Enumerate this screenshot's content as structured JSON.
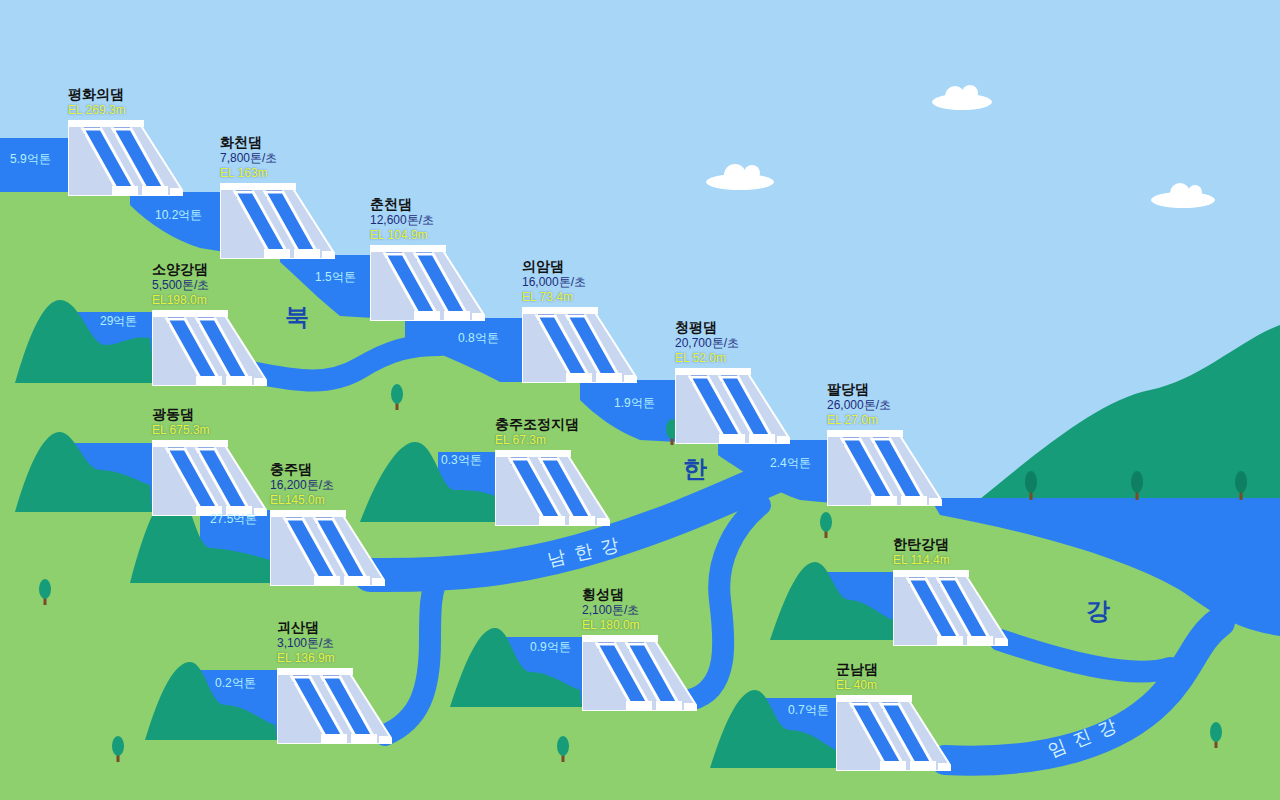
{
  "diagram": {
    "nodes": [
      {
        "text": [
          "평화의댐",
          "EL 269.3m"
        ]
      },
      {
        "text": [
          "화천댐",
          "7,800톤/초",
          "EL 163m"
        ]
      },
      {
        "text": [
          "춘천댐",
          "12,600톤/초",
          "EL 104.9m"
        ]
      },
      {
        "text": [
          "소양강댐",
          "5,500톤/초",
          "EL198.0m"
        ]
      },
      {
        "text": [
          "의암댐",
          "16,000톤/초",
          "EL 73.4m"
        ]
      },
      {
        "text": [
          "청평댐",
          "20,700톤/초",
          "EL 52.0m"
        ]
      },
      {
        "text": [
          "팔당댐",
          "26,000톤/초",
          "EL 27.0m"
        ]
      },
      {
        "text": [
          "광동댐",
          "EL 675.3m"
        ]
      },
      {
        "text": [
          "충주조정지댐",
          "EL 67.3m"
        ]
      },
      {
        "text": [
          "충주댐",
          "16,200톤/초",
          "EL145.0m"
        ]
      },
      {
        "text": [
          "한탄강댐",
          "EL 114.4m"
        ]
      },
      {
        "text": [
          "횡성댐",
          "2,100톤/초",
          "EL 180.0m"
        ]
      },
      {
        "text": [
          "괴산댐",
          "3,100톤/초",
          "EL 136.9m"
        ]
      },
      {
        "text": [
          "군남댐",
          "EL 40m"
        ]
      }
    ],
    "labels": [
      "5.9억톤",
      "10.2억톤",
      "1.5억톤",
      "29억톤",
      "0.8억톤",
      "1.9억톤",
      "2.4억톤",
      "0.3억톤",
      "27.5억톤",
      "0.9억톤",
      "0.2억톤",
      "0.7억톤",
      "북",
      "한",
      "강",
      "남 한 강",
      "임 진 강"
    ]
  }
}
